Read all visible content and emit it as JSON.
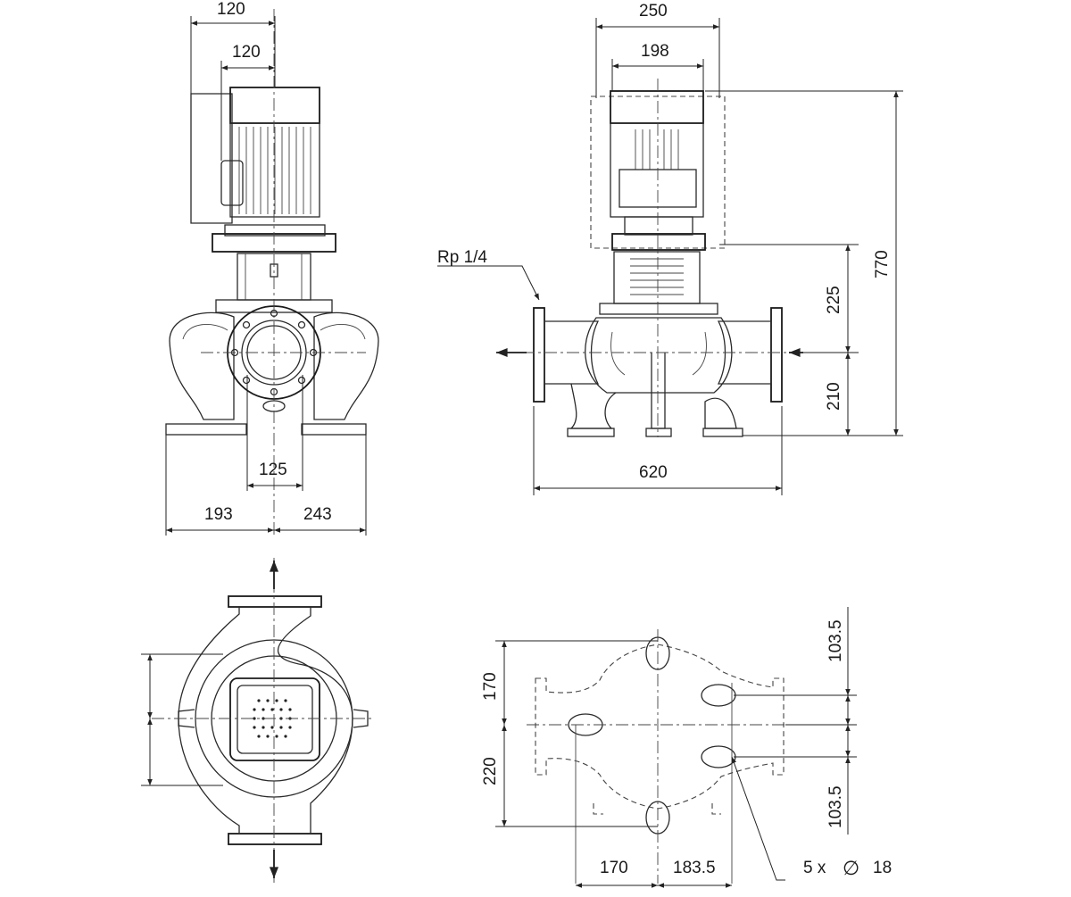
{
  "dimensions": {
    "side_top_outer": "120",
    "side_top_inner": "120",
    "side_flange": "125",
    "side_left": "193",
    "side_right": "243",
    "front_width_outer": "250",
    "front_width_inner": "198",
    "front_height_total": "770",
    "front_height_upper": "225",
    "front_height_lower": "210",
    "front_length": "620",
    "port_label": "Rp 1/4",
    "plan_upper_offset": "170",
    "plan_lower_offset": "220",
    "plan_right_upper": "103.5",
    "plan_right_lower": "103.5",
    "plan_bottom_left": "170",
    "plan_bottom_right": "183.5",
    "holes_label": "5 x",
    "holes_symbol": "∅",
    "holes_diameter": "18"
  }
}
